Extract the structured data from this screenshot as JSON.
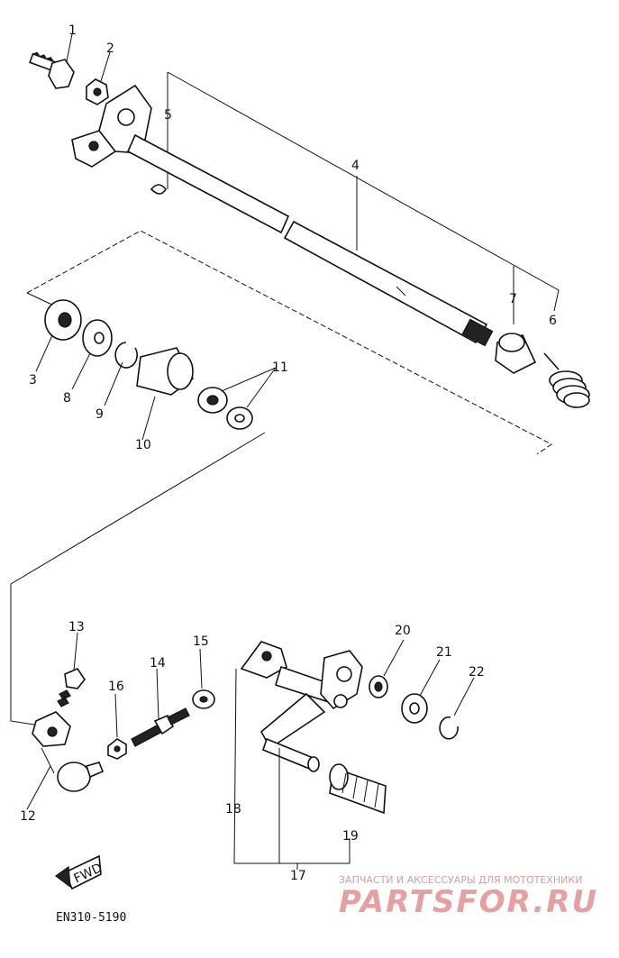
{
  "labels": {
    "p1": "1",
    "p2": "2",
    "p3": "3",
    "p4": "4",
    "p5": "5",
    "p6": "6",
    "p7": "7",
    "p8": "8",
    "p9": "9",
    "p10": "10",
    "p11": "11",
    "p12": "12",
    "p13": "13",
    "p14": "14",
    "p15": "15",
    "p16": "16",
    "p17": "17",
    "p18": "18",
    "p19": "19",
    "p20": "20",
    "p21": "21",
    "p22": "22"
  },
  "fwd_label": "FWD",
  "diagram_code": "EN310-5190",
  "watermark": {
    "caption": "ЗАПЧАСТИ И АКСЕССУАРЫ ДЛЯ МОТОТЕХНИКИ",
    "brand": "PARTSFOR.RU"
  },
  "colors": {
    "ink": "#111111",
    "watermark": "#e6a0a0"
  }
}
